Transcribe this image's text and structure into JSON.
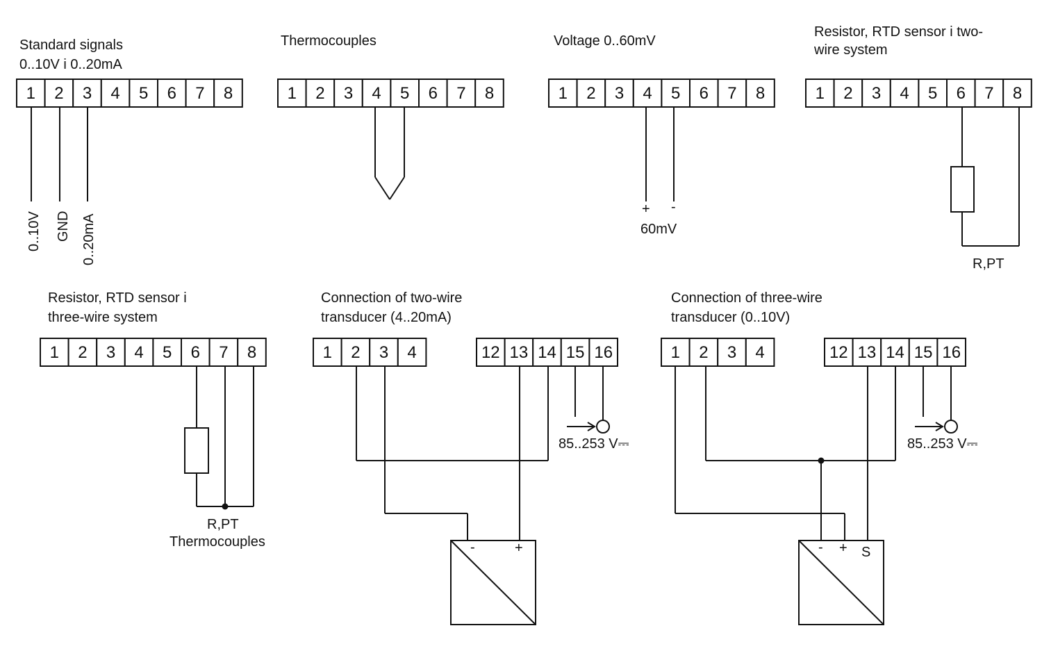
{
  "diagram": {
    "panels": {
      "standard_signals": {
        "title": [
          "Standard signals",
          "0..10V i 0..20mA"
        ],
        "terminals": [
          "1",
          "2",
          "3",
          "4",
          "5",
          "6",
          "7",
          "8"
        ],
        "wire_labels": [
          "0..10V",
          "GND",
          "0..20mA"
        ]
      },
      "thermocouples": {
        "title": [
          "Thermocouples"
        ],
        "terminals": [
          "1",
          "2",
          "3",
          "4",
          "5",
          "6",
          "7",
          "8"
        ]
      },
      "voltage": {
        "title": [
          "Voltage 0..60mV"
        ],
        "terminals": [
          "1",
          "2",
          "3",
          "4",
          "5",
          "6",
          "7",
          "8"
        ],
        "plus": "+",
        "minus": "-",
        "label": "60mV"
      },
      "rtd_two_wire": {
        "title": [
          "Resistor, RTD sensor i two-",
          "wire system"
        ],
        "terminals": [
          "1",
          "2",
          "3",
          "4",
          "5",
          "6",
          "7",
          "8"
        ],
        "label": "R,PT"
      },
      "rtd_three_wire": {
        "title": [
          "Resistor, RTD sensor i",
          "three-wire system"
        ],
        "terminals": [
          "1",
          "2",
          "3",
          "4",
          "5",
          "6",
          "7",
          "8"
        ],
        "label": [
          "R,PT",
          "Thermocouples"
        ]
      },
      "two_wire_transducer": {
        "title": [
          "Connection of two-wire",
          "transducer (4..20mA)"
        ],
        "terminals_left": [
          "1",
          "2",
          "3",
          "4"
        ],
        "terminals_right": [
          "12",
          "13",
          "14",
          "15",
          "16"
        ],
        "supply": "85..253 V⎓",
        "transducer_minus": "-",
        "transducer_plus": "+"
      },
      "three_wire_transducer": {
        "title": [
          "Connection of three-wire",
          "transducer (0..10V)"
        ],
        "terminals_left": [
          "1",
          "2",
          "3",
          "4"
        ],
        "terminals_right": [
          "12",
          "13",
          "14",
          "15",
          "16"
        ],
        "supply": "85..253 V⎓",
        "transducer_minus": "-",
        "transducer_plus": "+",
        "transducer_s": "S"
      }
    }
  }
}
